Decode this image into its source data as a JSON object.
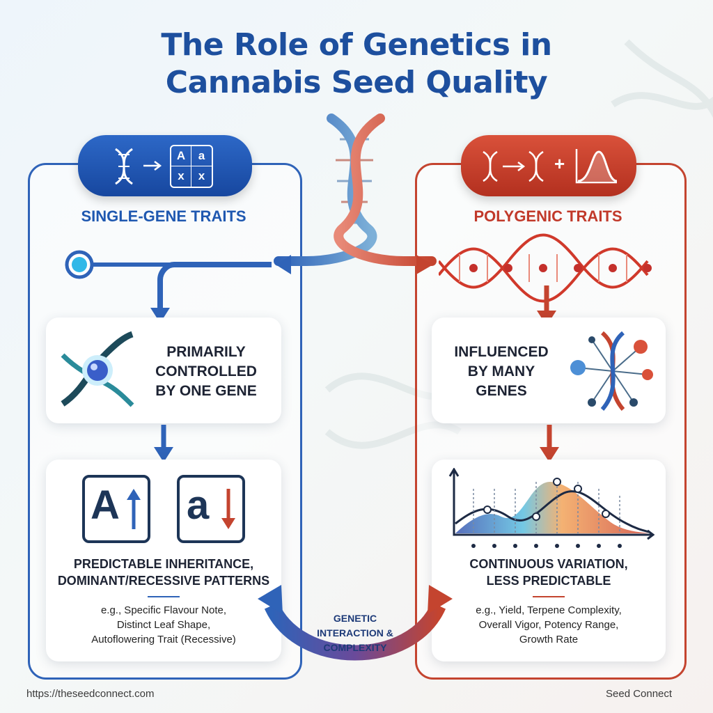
{
  "title": {
    "line1": "The Role of Genetics in",
    "line2": "Cannabis Seed Quality"
  },
  "left": {
    "heading": "SINGLE-GENE TRAITS",
    "card1_lines": [
      "PRIMARILY",
      "CONTROLLED",
      "BY ONE GENE"
    ],
    "letter_upper": "A",
    "letter_lower": "a",
    "result_lines": [
      "PREDICTABLE INHERITANCE,",
      "DOMINANT/RECESSIVE PATTERNS"
    ],
    "examples": [
      "e.g., Specific Flavour Note,",
      "Distinct Leaf Shape,",
      "Autoflowering Trait (Recessive)"
    ],
    "pill_grid": [
      "A",
      "a",
      "x",
      "x"
    ],
    "color": "#2f63b8"
  },
  "right": {
    "heading": "POLYGENIC TRAITS",
    "card1_lines": [
      "INFLUENCED",
      "BY MANY",
      "GENES"
    ],
    "result_lines": [
      "CONTINUOUS VARIATION,",
      "LESS PREDICTABLE"
    ],
    "examples": [
      "e.g., Yield, Terpene Complexity,",
      "Overall Vigor, Potency Range,",
      "Growth Rate"
    ],
    "color": "#c4442f"
  },
  "interaction": {
    "lines": [
      "GENETIC",
      "INTERACTION &",
      "COMPLEXITY"
    ]
  },
  "footer": {
    "url": "https://theseedconnect.com",
    "brand": "Seed Connect"
  },
  "icons": [
    "dna-icon",
    "arrow-right-icon",
    "punnett-square-icon",
    "bell-curve-icon",
    "gene-node-icon",
    "up-arrow-icon",
    "down-arrow-icon",
    "gene-network-icon",
    "distribution-chart-icon"
  ]
}
